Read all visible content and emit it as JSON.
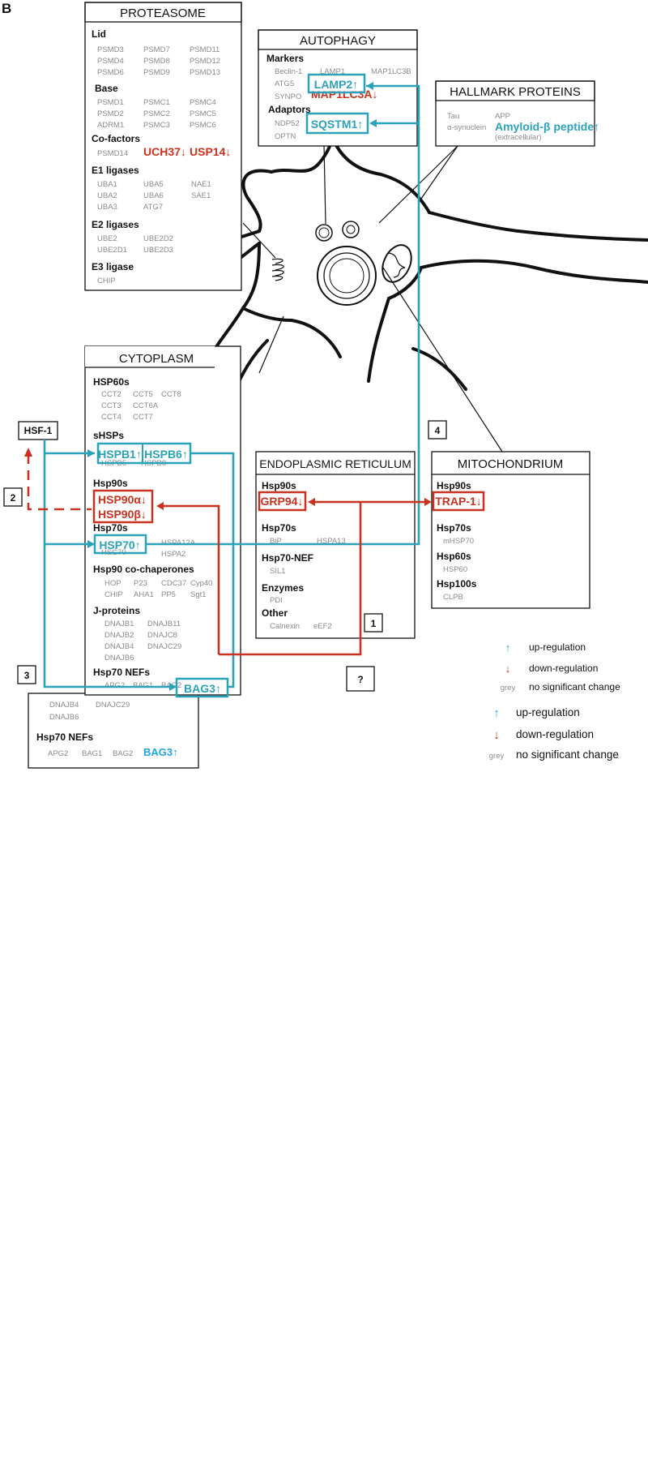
{
  "panel_label": "B",
  "proteasome": {
    "title": "PROTEASOME",
    "lid_title": "Lid",
    "lid": [
      "PSMD3",
      "PSMD7",
      "PSMD11",
      "PSMD4",
      "PSMD8",
      "PSMD12",
      "PSMD6",
      "PSMD9",
      "PSMD13"
    ],
    "base_title": "Base",
    "base": [
      "PSMD1",
      "PSMC1",
      "PSMC4",
      "PSMD2",
      "PSMC2",
      "PSMC5",
      "ADRM1",
      "PSMC3",
      "PSMC6"
    ],
    "cofactors_title": "Co-factors",
    "cofactors": [
      "PSMD14"
    ],
    "uch37": "UCH37↓",
    "usp14": "USP14↓",
    "e1_title": "E1 ligases",
    "e1": [
      "UBA1",
      "UBA5",
      "NAE1",
      "UBA2",
      "UBA6",
      "SAE1",
      "UBA3",
      "ATG7"
    ],
    "e2_title": "E2 ligases",
    "e2": [
      "UBE2",
      "UBE2D2",
      "UBE2D1",
      "UBE2D3"
    ],
    "e3_title": "E3 ligase",
    "e3": [
      "CHIP"
    ]
  },
  "autophagy": {
    "title": "AUTOPHAGY",
    "markers_title": "Markers",
    "markers": [
      "Beclin-1",
      "LAMP1",
      "MAP1LC3B",
      "ATG5",
      "SYNPO"
    ],
    "lamp2": "LAMP2↑",
    "map1lc3a": "MAP1LC3A↓",
    "adaptors_title": "Adaptors",
    "adaptors": [
      "NDP52",
      "OPTN"
    ],
    "sqstm1": "SQSTM1↑"
  },
  "hallmark": {
    "title": "HALLMARK PROTEINS",
    "items": [
      "Tau",
      "APP",
      "α-synuclein",
      "(extracellular)"
    ],
    "amyloid": "Amyloid-β  peptide↑"
  },
  "cytoplasm": {
    "title": "CYTOPLASM",
    "hsp60_title": "HSP60s",
    "hsp60": [
      "CCT2",
      "CCT5",
      "CCT8",
      "CCT3",
      "CCT6A",
      "CCT4",
      "CCT7"
    ],
    "shsp_title": "sHSPs",
    "hspb1": "HSPB1↑",
    "hspb6": "HSPB6↑",
    "shsp_grey": [
      "HSPB5",
      "HSPB8"
    ],
    "hsp90_title": "Hsp90s",
    "hsp90a": "HSP90α↓",
    "hsp90b": "HSP90β↓",
    "hsp70_title": "Hsp70s",
    "hsp70": "HSP70↑",
    "hsp70_grey": [
      "HSPA12A",
      "HSC70",
      "HSPA2"
    ],
    "cochap_title": "Hsp90 co-chaperones",
    "cochap": [
      "HOP",
      "P23",
      "CDC37",
      "Cyp40",
      "CHIP",
      "AHA1",
      "PP5",
      "Sgt1"
    ],
    "jprot_title": "J-proteins",
    "jprot": [
      "DNAJB1",
      "DNAJB11",
      "DNAJB2",
      "DNAJC8",
      "DNAJB4",
      "DNAJC29",
      "DNAJB6"
    ],
    "nef_title": "Hsp70 NEFs",
    "nef_grey": [
      "APG2",
      "BAG1",
      "BAG2"
    ],
    "bag3": "BAG3↑"
  },
  "cytoplasm_ghost": {
    "jprot": [
      "DNAJB4",
      "DNAJC29",
      "DNAJB6"
    ],
    "nef_title": "Hsp70 NEFs",
    "nef": [
      "APG2",
      "BAG1",
      "BAG2"
    ],
    "bag3": "BAG3↑"
  },
  "er": {
    "title": "ENDOPLASMIC RETICULUM",
    "hsp90_title": "Hsp90s",
    "grp94": "GRP94↓",
    "hsp70_title": "Hsp70s",
    "hsp70": [
      "BiP",
      "HSPA13"
    ],
    "nef_title": "Hsp70-NEF",
    "nef": [
      "SIL1"
    ],
    "enz_title": "Enzymes",
    "enz": [
      "PDI"
    ],
    "other_title": "Other",
    "other": [
      "Calnexin",
      "eEF2"
    ]
  },
  "mito": {
    "title": "MITOCHONDRIUM",
    "hsp90_title": "Hsp90s",
    "trap1": "TRAP-1↓",
    "hsp70_title": "Hsp70s",
    "hsp70": [
      "mHSP70"
    ],
    "hsp60_title": "Hsp60s",
    "hsp60": [
      "HSP60"
    ],
    "hsp100_title": "Hsp100s",
    "hsp100": [
      "CLPB"
    ]
  },
  "hsf1": "HSF-1",
  "markers": {
    "m1": "1",
    "m2": "2",
    "m3": "3",
    "m4": "4",
    "q": "?"
  },
  "legend": {
    "up_symbol": "↑",
    "up": "up-regulation",
    "down_symbol": "↓",
    "down": "down-regulation",
    "grey": "grey",
    "nochange": "no significant change"
  },
  "colors": {
    "up": "#2aa3b8",
    "down": "#c8321e",
    "grey": "#8a8a8a",
    "ghost_up": "#1fa6e0"
  }
}
